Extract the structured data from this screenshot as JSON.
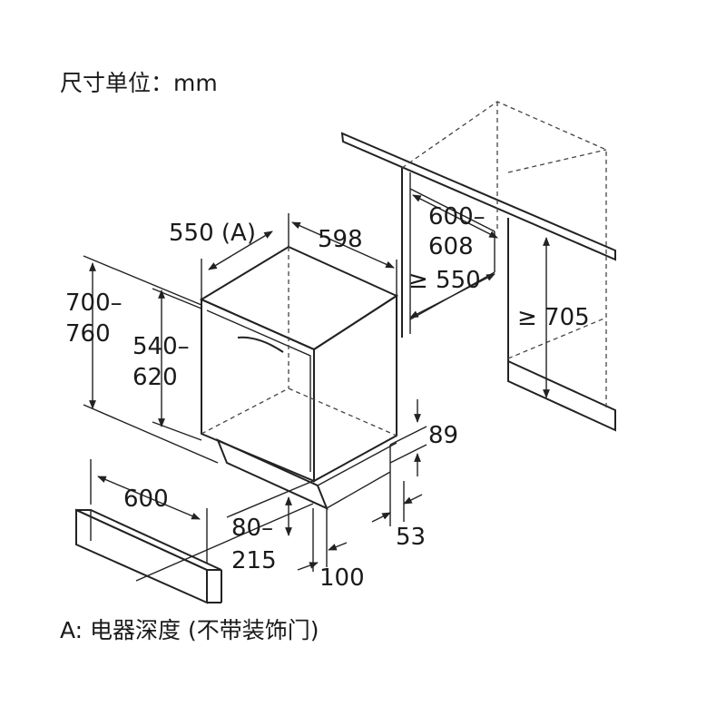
{
  "title": "尺寸单位：mm",
  "footnote": "A: 电器深度 (不带装饰门)",
  "dimensions": {
    "depth_a": "550 (A)",
    "width": "598",
    "height_range_top": "700–",
    "height_range_bottom": "760",
    "door_height_top": "540–",
    "door_height_bottom": "620",
    "niche_width_top": "600–",
    "niche_width_bottom": "608",
    "niche_depth": "≥ 550",
    "niche_height": "≥ 705",
    "plinth_height": "89",
    "plinth_width": "600",
    "toe_kick_top": "80–",
    "toe_kick_bottom": "215",
    "plinth_depth": "100",
    "offset_53": "53"
  }
}
